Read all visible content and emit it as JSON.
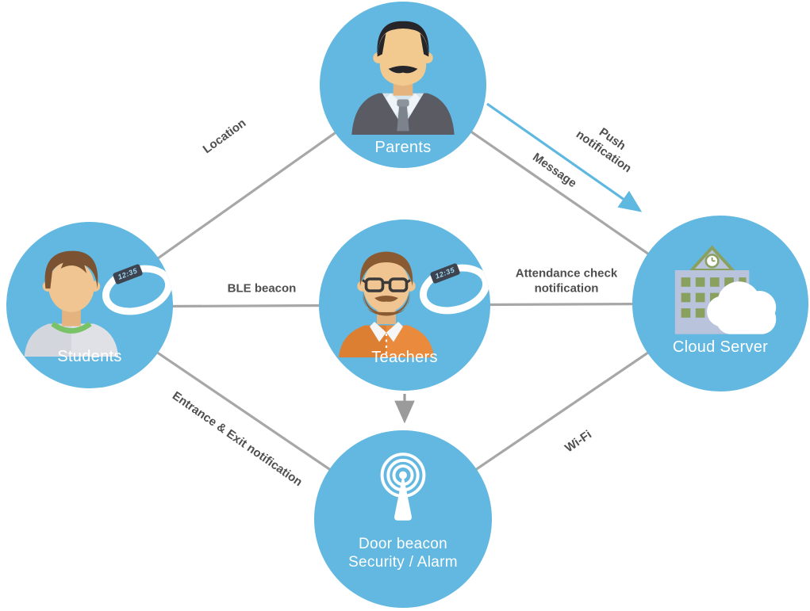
{
  "diagram": {
    "description": "School BLE wristband system diagram",
    "nodes": {
      "parents": {
        "label": "Parents"
      },
      "students": {
        "label": "Students",
        "wristband_time": "12:35"
      },
      "teachers": {
        "label": "Teachers",
        "wristband_time": "12:35"
      },
      "cloud_server": {
        "label": "Cloud Server"
      },
      "door_beacon": {
        "label_line1": "Door beacon",
        "label_line2": "Security / Alarm"
      }
    },
    "edges": {
      "students_parents": {
        "label": "Location"
      },
      "parents_cloud": {
        "label_top": "Push notification",
        "label_bottom": "Message"
      },
      "students_teachers": {
        "label": "BLE beacon"
      },
      "teachers_cloud": {
        "label_line1": "Attendance check",
        "label_line2": "notification"
      },
      "students_door": {
        "label": "Entrance & Exit notification"
      },
      "door_cloud": {
        "label": "Wi-Fi"
      }
    },
    "colors": {
      "node_blue": "#62b8e0",
      "line_gray": "#a7a7a7",
      "edge_label_gray": "#4f4f4f",
      "node_label_white": "#ffffff",
      "arrow_blue": "#5fb8e0",
      "wristband_display": "#3d4450",
      "wristband_digits": "#9fd8f0"
    }
  }
}
